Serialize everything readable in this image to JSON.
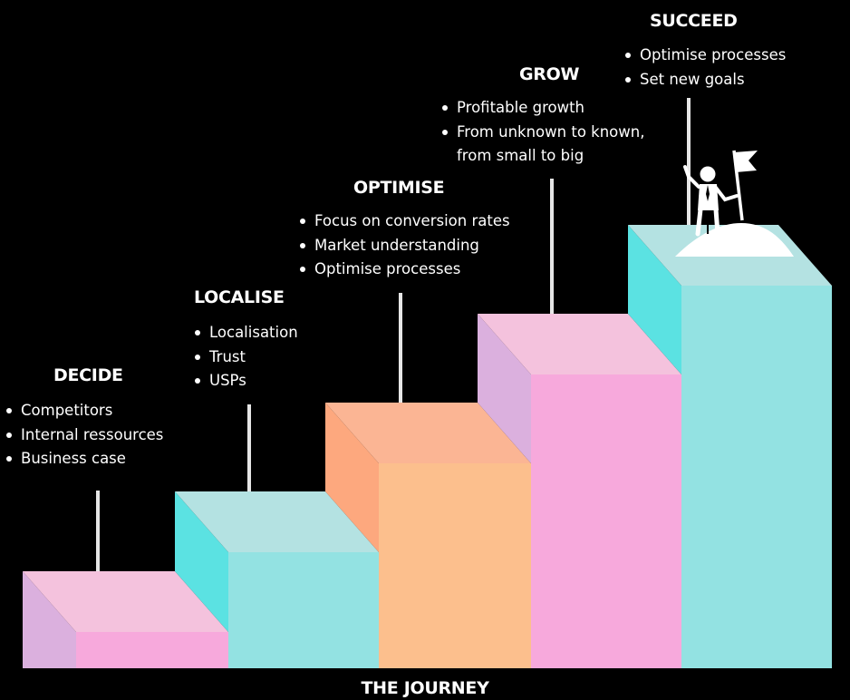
{
  "footer_title": "THE JOURNEY",
  "colors": {
    "background": "#000000",
    "pink_front": "#f7a9dc",
    "pink_top": "#f4c2dd",
    "pink_side": "#dbb0de",
    "teal_front": "#93e2e2",
    "teal_top": "#b4e2e2",
    "teal_side": "#5be2e2",
    "orange_front": "#fcbf8d",
    "orange_top": "#fbb594",
    "orange_side": "#fda87e",
    "stem": "#e6e6e6"
  },
  "figure": {
    "icon": "person-with-flag-icon"
  },
  "stages": [
    {
      "id": "decide",
      "title": "DECIDE",
      "bullets": [
        "Competitors",
        "Internal ressources",
        "Business case"
      ]
    },
    {
      "id": "localise",
      "title": "LOCALISE",
      "bullets": [
        "Localisation",
        "Trust",
        "USPs"
      ]
    },
    {
      "id": "optimise",
      "title": "OPTIMISE",
      "bullets": [
        "Focus on conversion rates",
        "Market understanding",
        "Optimise processes"
      ]
    },
    {
      "id": "grow",
      "title": "GROW",
      "bullets": [
        "Profitable growth",
        "From unknown to known,",
        "from small to big"
      ]
    },
    {
      "id": "succeed",
      "title": "SUCCEED",
      "bullets": [
        "Optimise processes",
        "Set new goals"
      ]
    }
  ]
}
